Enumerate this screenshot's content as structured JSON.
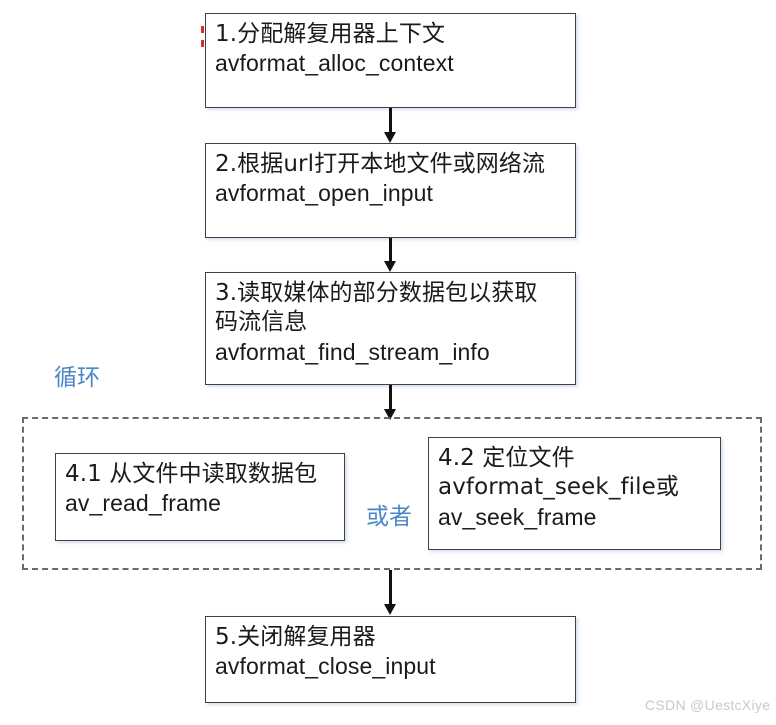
{
  "diagram": {
    "title": "FFmpeg demuxing flow",
    "background_color": "#ffffff",
    "node_border_color": "#404040",
    "accent_color": "#4a86c8",
    "dashed_color": "#6b6b6b",
    "arrow_color": "#111111"
  },
  "nodes": [
    {
      "id": "step1",
      "lines": [
        "1.分配解复用器上下文",
        "avformat_alloc_context"
      ]
    },
    {
      "id": "step2",
      "lines": [
        "2.根据url打开本地文件或网络流",
        "avformat_open_input"
      ]
    },
    {
      "id": "step3",
      "lines": [
        "3.读取媒体的部分数据包以获取",
        "码流信息",
        "avformat_find_stream_info"
      ]
    },
    {
      "id": "step41",
      "lines": [
        "4.1 从文件中读取数据包",
        "av_read_frame"
      ]
    },
    {
      "id": "step42",
      "lines": [
        "4.2 定位文件",
        "avformat_seek_file或",
        "av_seek_frame"
      ]
    },
    {
      "id": "step5",
      "lines": [
        "5.关闭解复用器",
        "avformat_close_input"
      ]
    }
  ],
  "annotations": {
    "loop_label": "循环",
    "or_label": "或者"
  },
  "watermark": {
    "text": "CSDN @UestcXiye"
  }
}
